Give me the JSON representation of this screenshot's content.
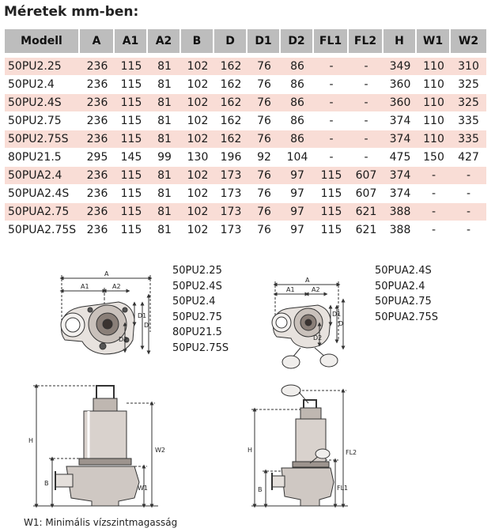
{
  "title": "Méretek mm-ben:",
  "table": {
    "headers": [
      "Modell",
      "A",
      "A1",
      "A2",
      "B",
      "D",
      "D1",
      "D2",
      "FL1",
      "FL2",
      "H",
      "W1",
      "W2"
    ],
    "rows": [
      [
        "50PU2.25",
        "236",
        "115",
        "81",
        "102",
        "162",
        "76",
        "86",
        "-",
        "-",
        "349",
        "110",
        "310"
      ],
      [
        "50PU2.4",
        "236",
        "115",
        "81",
        "102",
        "162",
        "76",
        "86",
        "-",
        "-",
        "360",
        "110",
        "325"
      ],
      [
        "50PU2.4S",
        "236",
        "115",
        "81",
        "102",
        "162",
        "76",
        "86",
        "-",
        "-",
        "360",
        "110",
        "325"
      ],
      [
        "50PU2.75",
        "236",
        "115",
        "81",
        "102",
        "162",
        "76",
        "86",
        "-",
        "-",
        "374",
        "110",
        "335"
      ],
      [
        "50PU2.75S",
        "236",
        "115",
        "81",
        "102",
        "162",
        "76",
        "86",
        "-",
        "-",
        "374",
        "110",
        "335"
      ],
      [
        "80PU21.5",
        "295",
        "145",
        "99",
        "130",
        "196",
        "92",
        "104",
        "-",
        "-",
        "475",
        "150",
        "427"
      ],
      [
        "50PUA2.4",
        "236",
        "115",
        "81",
        "102",
        "173",
        "76",
        "97",
        "115",
        "607",
        "374",
        "-",
        "-"
      ],
      [
        "50PUA2.4S",
        "236",
        "115",
        "81",
        "102",
        "173",
        "76",
        "97",
        "115",
        "607",
        "374",
        "-",
        "-"
      ],
      [
        "50PUA2.75",
        "236",
        "115",
        "81",
        "102",
        "173",
        "76",
        "97",
        "115",
        "621",
        "388",
        "-",
        "-"
      ],
      [
        "50PUA2.75S",
        "236",
        "115",
        "81",
        "102",
        "173",
        "76",
        "97",
        "115",
        "621",
        "388",
        "-",
        "-"
      ]
    ]
  },
  "models_left": [
    "50PU2.25",
    "50PU2.4S",
    "50PU2.4",
    "50PU2.75",
    "80PU21.5",
    "50PU2.75S"
  ],
  "models_right": [
    "50PUA2.4S",
    "50PUA2.4",
    "50PUA2.75",
    "50PUA2.75S"
  ],
  "drawing_labels": {
    "A": "A",
    "A1": "A1",
    "A2": "A2",
    "B": "B",
    "D": "D",
    "D1": "D1",
    "D2": "D2",
    "H": "H",
    "W1": "W1",
    "W2": "W2",
    "FL1": "FL1",
    "FL2": "FL2"
  },
  "footnote": "W1: Minimális vízszintmagasság"
}
